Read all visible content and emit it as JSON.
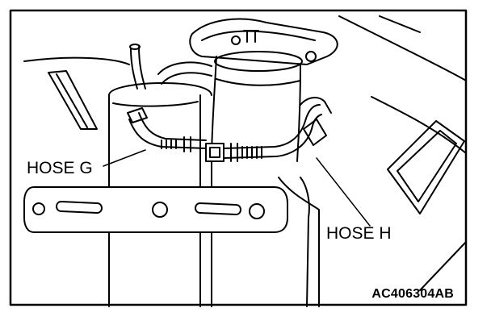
{
  "figure": {
    "labels": {
      "hose_g": "HOSE G",
      "hose_h": "HOSE H"
    },
    "code": "AC406304AB"
  }
}
